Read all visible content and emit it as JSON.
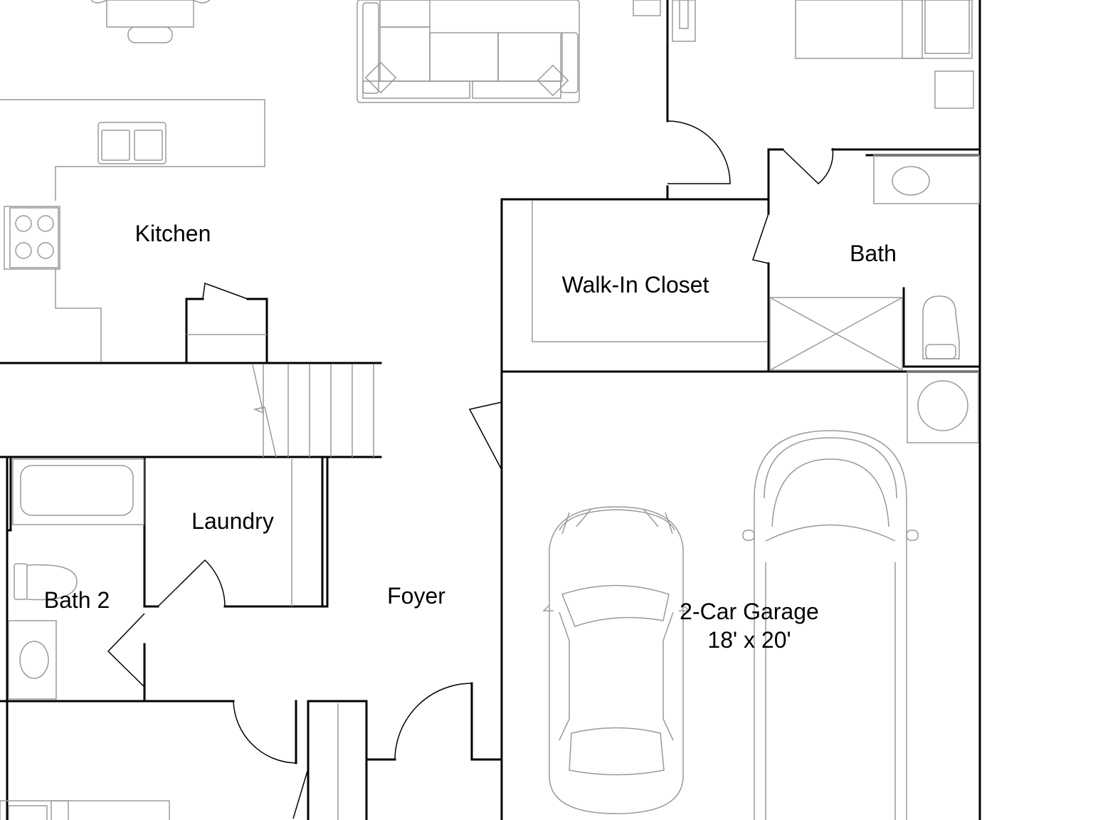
{
  "floorplan": {
    "rooms": {
      "kitchen": "Kitchen",
      "walk_in_closet": "Walk-In Closet",
      "bath": "Bath",
      "laundry": "Laundry",
      "bath_2": "Bath 2",
      "foyer": "Foyer",
      "garage": "2-Car Garage",
      "garage_size": "18' x 20'"
    },
    "colors": {
      "wall": "#000000",
      "fixture": "#9a9a9a",
      "background": "#ffffff"
    }
  }
}
